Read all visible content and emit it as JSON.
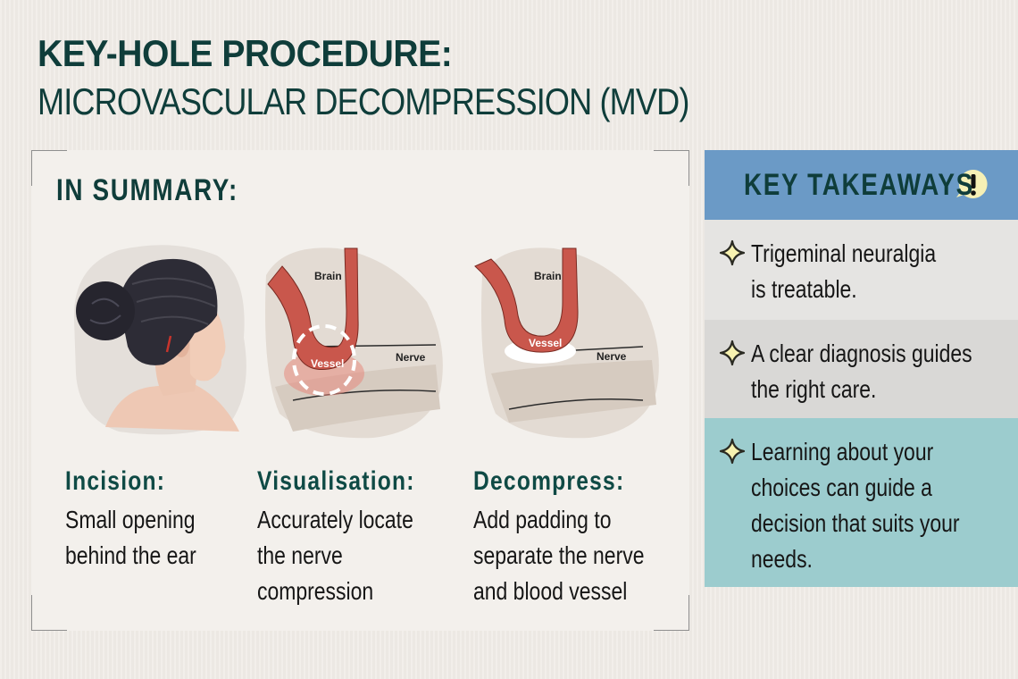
{
  "header": {
    "title": "KEY-HOLE PROCEDURE:",
    "subtitle": "MICROVASCULAR DECOMPRESSION (MVD)"
  },
  "summary": {
    "heading": "IN SUMMARY:",
    "steps": [
      {
        "label": "Incision:",
        "desc_lines": [
          "Small opening",
          "behind the ear"
        ],
        "illustration": "head-back-view-incision"
      },
      {
        "label": "Visualisation:",
        "desc_lines": [
          "Accurately locate",
          "the nerve",
          "compression"
        ],
        "illustration": "vessel-compressing-nerve",
        "tags": {
          "brain": "Brain",
          "vessel": "Vessel",
          "nerve": "Nerve"
        }
      },
      {
        "label": "Decompress:",
        "desc_lines": [
          "Add padding to",
          "separate the nerve",
          "and blood vessel"
        ],
        "illustration": "vessel-padded-from-nerve",
        "tags": {
          "brain": "Brain",
          "vessel": "Vessel",
          "nerve": "Nerve"
        }
      }
    ]
  },
  "takeaways": {
    "title": "KEY TAKEAWAYS",
    "icon": "exclamation-speech-bubble-icon",
    "items": [
      {
        "lines": [
          "Trigeminal neuralgia",
          "is treatable."
        ]
      },
      {
        "lines": [
          "A clear diagnosis guides",
          "the right care."
        ]
      },
      {
        "lines": [
          "Learning about your",
          "choices can guide a",
          "decision that suits your",
          "needs."
        ]
      }
    ]
  },
  "colors": {
    "background": "#efebe6",
    "title": "#0f3d3a",
    "takeaway_header": "#6b9ac6",
    "takeaway_item_1": "#e5e4e2",
    "takeaway_item_2": "#d9d8d6",
    "takeaway_item_3": "#9cccce",
    "vessel": "#c9574c",
    "star_fill": "#f7f2b0"
  }
}
